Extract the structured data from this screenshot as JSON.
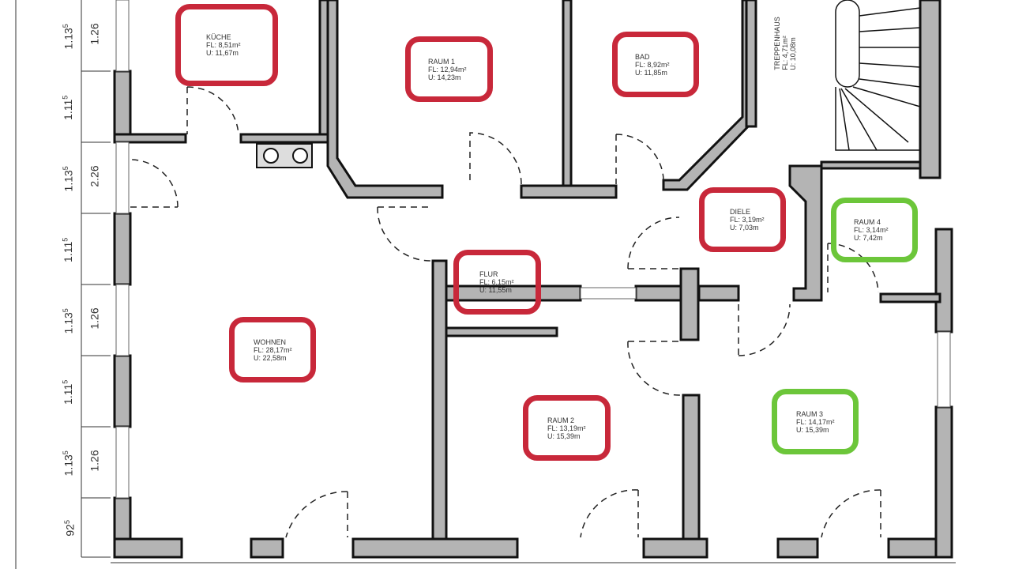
{
  "rooms": [
    {
      "name": "KÜCHE",
      "fl": "FL: 8,51m²",
      "u": "U: 11,67m",
      "highlight": "red"
    },
    {
      "name": "RAUM 1",
      "fl": "FL: 12,94m²",
      "u": "U: 14,23m",
      "highlight": "red"
    },
    {
      "name": "BAD",
      "fl": "FL: 8,92m²",
      "u": "U: 11,85m",
      "highlight": "red"
    },
    {
      "name": "DIELE",
      "fl": "FL: 3,19m²",
      "u": "U: 7,03m",
      "highlight": "red"
    },
    {
      "name": "RAUM 4",
      "fl": "FL: 3,14m²",
      "u": "U: 7,42m",
      "highlight": "green"
    },
    {
      "name": "FLUR",
      "fl": "FL: 6,15m²",
      "u": "U: 11,55m",
      "highlight": "red"
    },
    {
      "name": "WOHNEN",
      "fl": "FL: 28,17m²",
      "u": "U: 22,58m",
      "highlight": "red"
    },
    {
      "name": "RAUM 2",
      "fl": "FL: 13,19m²",
      "u": "U: 15,39m",
      "highlight": "red"
    },
    {
      "name": "RAUM 3",
      "fl": "FL: 14,17m²",
      "u": "U: 15,39m",
      "highlight": "green"
    },
    {
      "name": "TREPPENHAUS",
      "fl": "FL: 4,71m²",
      "u": "U: 10,08m",
      "highlight": "none"
    }
  ],
  "dimensions": {
    "outer": [
      "1.13",
      "1.11",
      "1.13",
      "1.11",
      "1.13",
      "1.11",
      "1.13",
      "92"
    ],
    "outer_sup": "5",
    "inner": [
      "1.26",
      "2.26",
      "1.26",
      "1.26"
    ]
  },
  "colors": {
    "red": "#c8283a",
    "green": "#6cc63a",
    "wall": "#b4b4b4"
  }
}
